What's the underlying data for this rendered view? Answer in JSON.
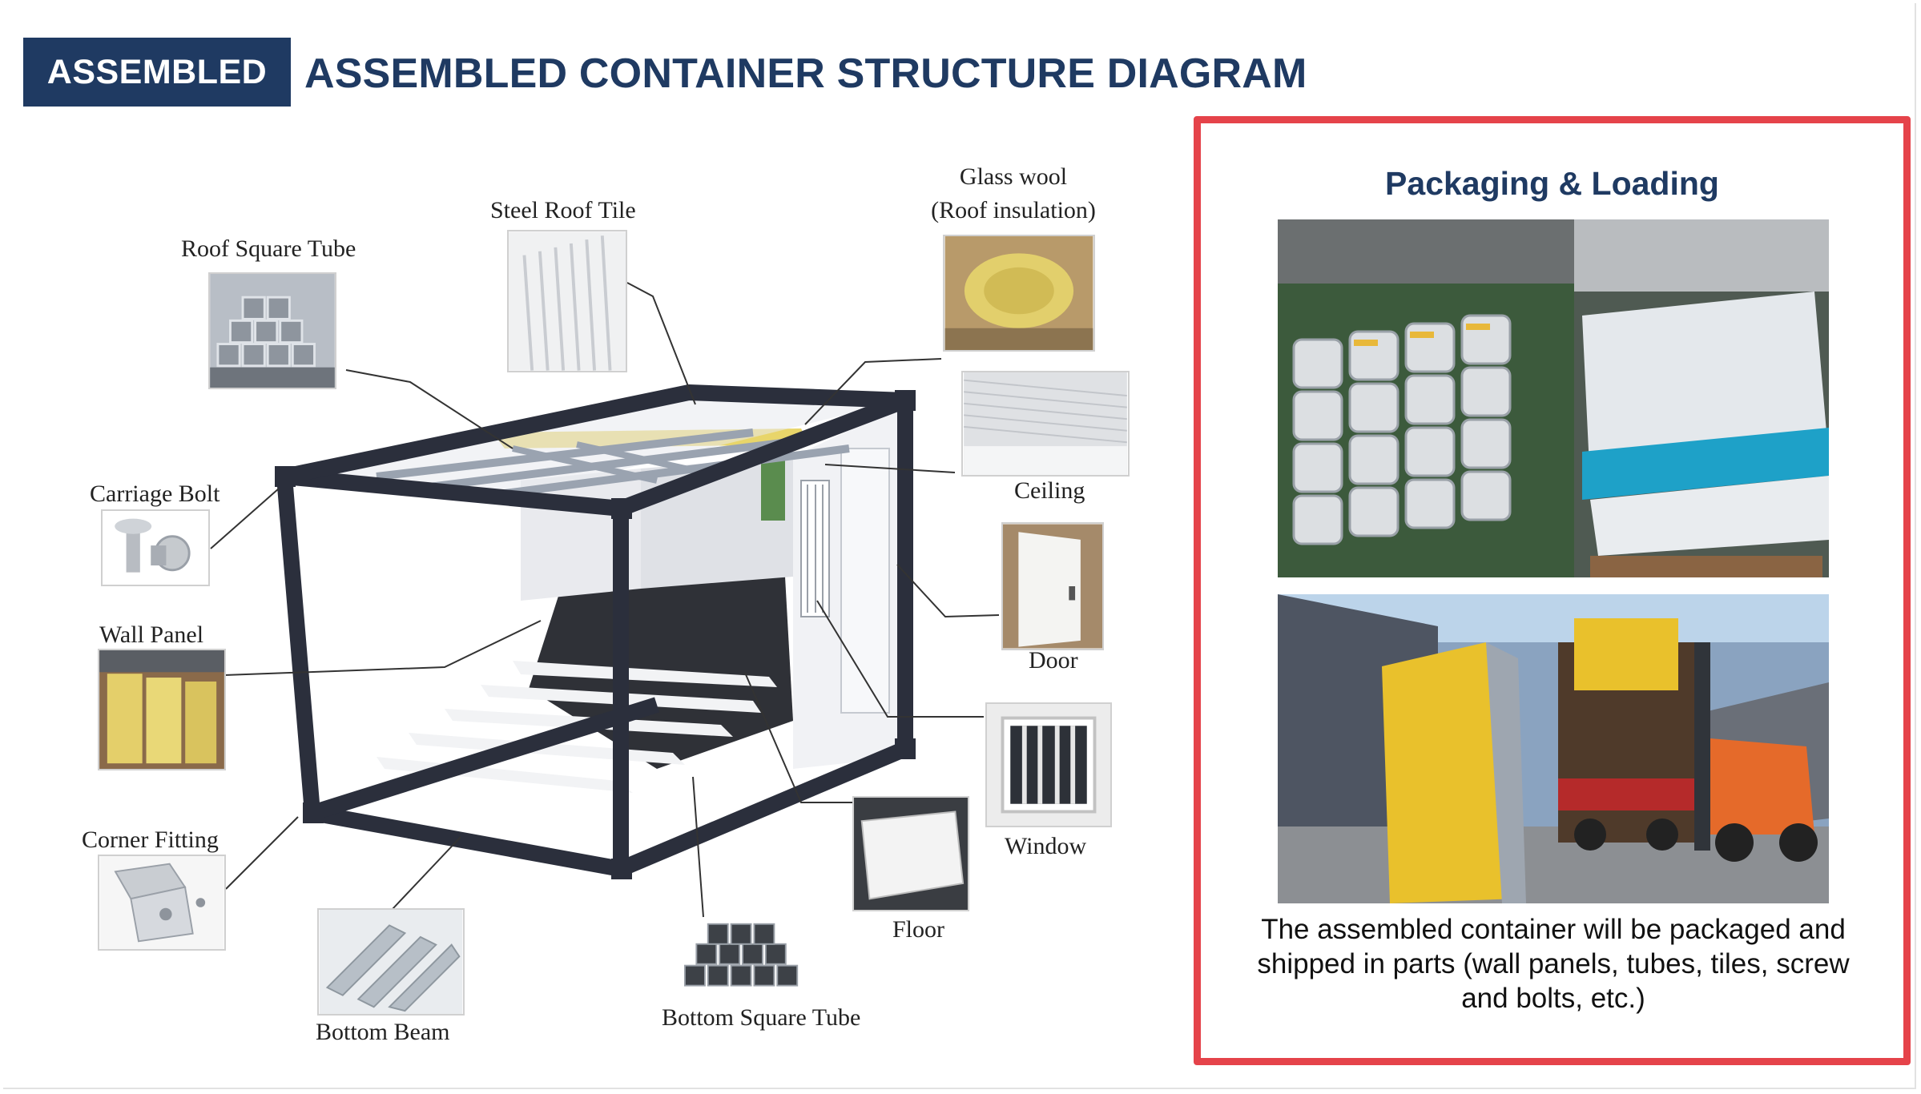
{
  "header": {
    "badge": "ASSEMBLED",
    "title": "ASSEMBLED CONTAINER STRUCTURE DIAGRAM"
  },
  "diagram": {
    "labels": {
      "roof_square_tube": "Roof Square Tube",
      "steel_roof_tile": "Steel Roof Tile",
      "glass_wool_line1": "Glass wool",
      "glass_wool_line2": "(Roof insulation)",
      "ceiling": "Ceiling",
      "carriage_bolt": "Carriage Bolt",
      "door": "Door",
      "wall_panel": "Wall Panel",
      "window": "Window",
      "corner_fitting": "Corner Fitting",
      "floor": "Floor",
      "bottom_beam": "Bottom Beam",
      "bottom_square_tube": "Bottom Square Tube"
    }
  },
  "panel": {
    "title": "Packaging & Loading",
    "caption": "The assembled container will be packaged and shipped in parts (wall panels, tubes, tiles, screw and bolts, etc.)"
  },
  "colors": {
    "navy": "#1f3a62",
    "panel_border": "#e5434a",
    "frame": "#2b2f3c"
  }
}
